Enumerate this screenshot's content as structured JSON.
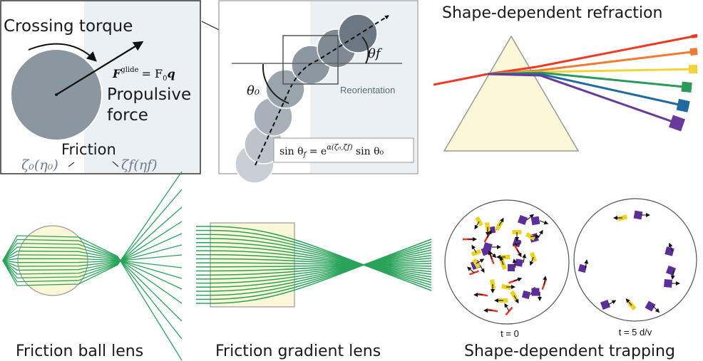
{
  "panels": {
    "crossing": {
      "title": "Crossing torque",
      "force_label_line1": "Propulsive",
      "force_label_line2": "force",
      "force_eq_F": "F",
      "force_eq_sup": "glide",
      "force_eq_rhs": "= F",
      "force_eq_sub": "0",
      "force_eq_q": "q",
      "friction_label": "Friction",
      "zeta0_label": "ζ₀(η₀)",
      "zetaf_label": "ζf(ηf)"
    },
    "reorientation": {
      "label": "Reorientation",
      "theta0": "θ₀",
      "thetaf": "θf",
      "equation": "sin θf = e^{α(ζ₀,ζf)} sin θ₀",
      "eq_lhs": "sin θ",
      "eq_lhs_sub": "f",
      "eq_mid": " = e",
      "eq_sup": "α(ζ₀,ζf)",
      "eq_rhs": " sin θ₀"
    },
    "refraction": {
      "title": "Shape-dependent refraction",
      "beams": [
        {
          "name": "red",
          "color": "#ee3a24"
        },
        {
          "name": "orange",
          "color": "#f07a32"
        },
        {
          "name": "yellow",
          "color": "#f2d43a"
        },
        {
          "name": "green",
          "color": "#2a9a5a"
        },
        {
          "name": "blue",
          "color": "#1f6aa0"
        },
        {
          "name": "purple",
          "color": "#6a3a9a"
        }
      ]
    },
    "ball_lens": {
      "title": "Friction ball lens"
    },
    "gradient_lens": {
      "title": "Friction gradient lens"
    },
    "trapping": {
      "title": "Shape-dependent trapping",
      "left_caption": "t = 0",
      "right_caption": "t = 5 d/v"
    }
  },
  "colors": {
    "ray_green": "#2aa35a",
    "lens_fill": "#fcf7d6",
    "particle_gray": "#8a96a0",
    "region_right": "#eaf0f3",
    "square_purple": "#5b2e9a",
    "rod_yellow": "#ecd321",
    "rod_red": "#e8322a"
  }
}
